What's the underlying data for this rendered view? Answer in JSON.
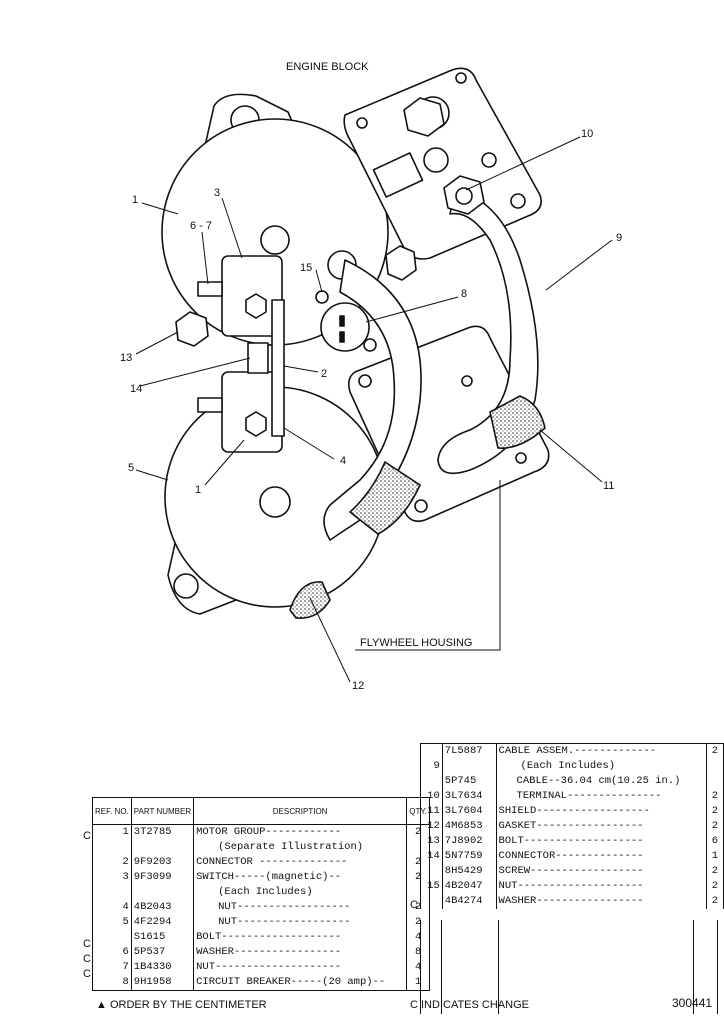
{
  "labels": {
    "engine_block": "ENGINE BLOCK",
    "flywheel_housing": "FLYWHEEL HOUSING",
    "figure_number": "300441"
  },
  "callouts": [
    "1",
    "3",
    "6 - 7",
    "15",
    "8",
    "10",
    "9",
    "13",
    "14",
    "2",
    "4",
    "5",
    "1",
    "11",
    "12"
  ],
  "left_table": {
    "headers": {
      "ref": "REF. NO.",
      "part": "PART NUMBER",
      "description": "DESCRIPTION",
      "qty": "QTY."
    },
    "rows": [
      {
        "mark": "C",
        "ref": "1",
        "part": "3T2785",
        "desc": "MOTOR GROUP------------",
        "qty": "2"
      },
      {
        "mark": "",
        "ref": "",
        "part": "",
        "desc": "(Separate Illustration)",
        "qty": "",
        "indent": true
      },
      {
        "mark": "",
        "ref": "2",
        "part": "9F9203",
        "desc": "CONNECTOR --------------",
        "qty": "2"
      },
      {
        "mark": "",
        "ref": "3",
        "part": "9F3099",
        "desc": "SWITCH-----(magnetic)--",
        "qty": "2"
      },
      {
        "mark": "",
        "ref": "",
        "part": "",
        "desc": "(Each Includes)",
        "qty": "",
        "indent": true
      },
      {
        "mark": "",
        "ref": "4",
        "part": "4B2043",
        "desc": "NUT------------------",
        "qty": "2",
        "indent": true
      },
      {
        "mark": "",
        "ref": "5",
        "part": "4F2294",
        "desc": "NUT------------------",
        "qty": "2",
        "indent": true
      },
      {
        "mark": "C",
        "ref": "",
        "part": "S1615",
        "desc": "BOLT-------------------",
        "qty": "4"
      },
      {
        "mark": "C",
        "ref": "6",
        "part": "5P537",
        "desc": "WASHER-----------------",
        "qty": "8"
      },
      {
        "mark": "C",
        "ref": "7",
        "part": "1B4330",
        "desc": "NUT--------------------",
        "qty": "4"
      },
      {
        "mark": "",
        "ref": "8",
        "part": "9H1958",
        "desc": "CIRCUIT BREAKER-----(20 amp)--",
        "qty": "1"
      }
    ],
    "footer": "▲ ORDER BY THE CENTIMETER"
  },
  "right_table": {
    "rows": [
      {
        "mark": "",
        "ref": "",
        "part": "7L5887",
        "desc": "CABLE ASSEM.-------------",
        "qty": "2"
      },
      {
        "mark": "",
        "ref": "9",
        "part": "",
        "desc": "(Each Includes)",
        "qty": "",
        "indent": true
      },
      {
        "mark": "",
        "ref": "",
        "part": "5P745",
        "desc": "CABLE--36.04 cm(10.25 in.)",
        "qty": "",
        "indent2": true
      },
      {
        "mark": "",
        "ref": "10",
        "part": "3L7634",
        "desc": "TERMINAL---------------",
        "qty": "2",
        "indent2": true
      },
      {
        "mark": "",
        "ref": "11",
        "part": "3L7604",
        "desc": "SHIELD------------------",
        "qty": "2"
      },
      {
        "mark": "",
        "ref": "12",
        "part": "4M6853",
        "desc": "GASKET-----------------",
        "qty": "2"
      },
      {
        "mark": "",
        "ref": "13",
        "part": "7J8902",
        "desc": "BOLT-------------------",
        "qty": "6"
      },
      {
        "mark": "",
        "ref": "14",
        "part": "5N7759",
        "desc": "CONNECTOR--------------",
        "qty": "1"
      },
      {
        "mark": "",
        "ref": "",
        "part": "8H5429",
        "desc": "SCREW------------------",
        "qty": "2"
      },
      {
        "mark": "",
        "ref": "15",
        "part": "4B2047",
        "desc": "NUT--------------------",
        "qty": "2"
      },
      {
        "mark": "C",
        "ref": "",
        "part": "4B4274",
        "desc": "WASHER-----------------",
        "qty": "2"
      }
    ],
    "footer": "C INDICATES CHANGE"
  }
}
